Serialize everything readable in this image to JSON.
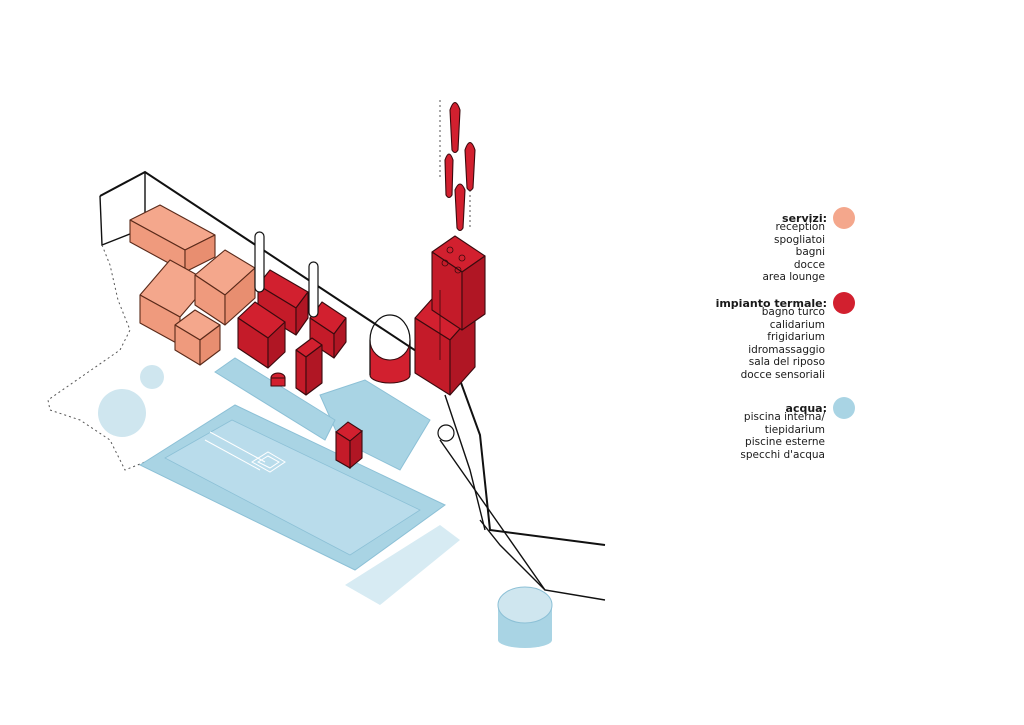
{
  "colors": {
    "servizi": "#f4a78c",
    "impianto": "#d2202f",
    "acqua": "#a9d4e4",
    "line": "#111111"
  },
  "legend": [
    {
      "key": "servizi",
      "title": "servizi:",
      "color": "#f4a78c",
      "items": [
        "reception",
        "spogliatoi",
        "bagni",
        "docce",
        "area lounge"
      ]
    },
    {
      "key": "impianto",
      "title": "impianto termale:",
      "color": "#d2202f",
      "items": [
        "bagno turco",
        "calidarium",
        "frigidarium",
        "idromassaggio",
        "sala del riposo",
        "docce sensoriali"
      ]
    },
    {
      "key": "acqua",
      "title": "acqua:",
      "color": "#a9d4e4",
      "items": [
        "piscina interna/ tiepidarium",
        "piscine esterne",
        "specchi d'acqua"
      ]
    }
  ]
}
